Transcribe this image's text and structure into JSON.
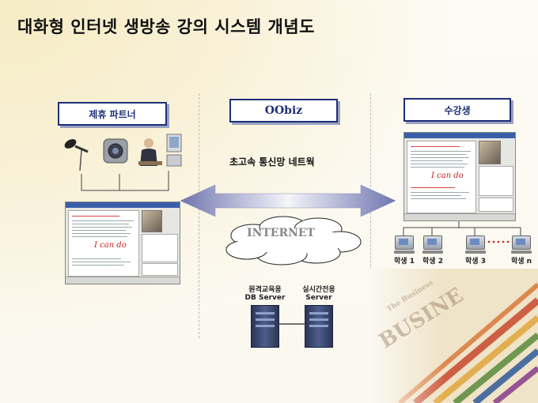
{
  "title": "대화형 인터넷 생방송 강의 시스템 개념도",
  "sections": {
    "partner": "제휴 파트너",
    "biz": "OObiz",
    "student": "수강생"
  },
  "network_label": "초고속 통신망 네트웍",
  "internet_label": "INTERNET",
  "servers": [
    {
      "label_line1": "원격교육용",
      "label_line2": "DB Server"
    },
    {
      "label_line1": "실시간전용",
      "label_line2": "Server"
    }
  ],
  "students": [
    "학생 1",
    "학생 2",
    "학생 3",
    "학생 n"
  ],
  "screen_scribble": "I can do",
  "deco_words": [
    "BUSINE",
    "The Business"
  ],
  "colors": {
    "label_border": "#1f2f78",
    "arrow": "#7f86b8",
    "dots": "#cc2222"
  }
}
